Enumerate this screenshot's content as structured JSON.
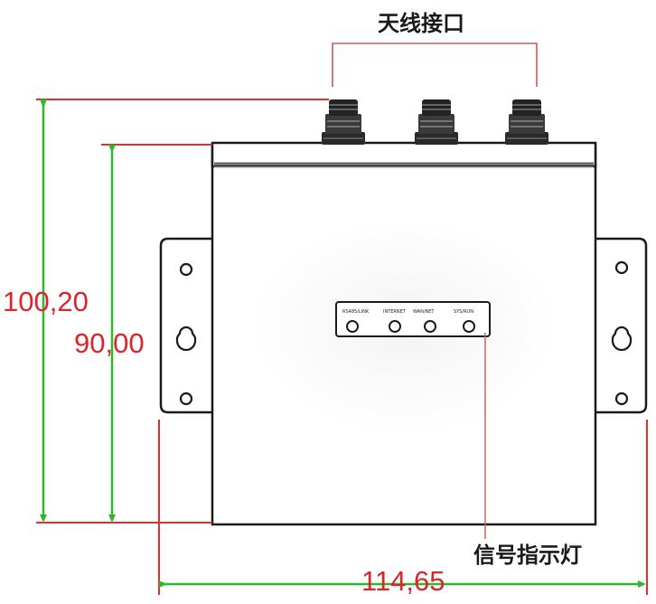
{
  "labels": {
    "antenna_ports": "天线接口",
    "signal_lights": "信号指示灯"
  },
  "dimensions": {
    "total_height": "100,20",
    "body_height": "90,00",
    "total_width": "114,65"
  },
  "led_labels": [
    "RS485/LINK",
    "INTERNET",
    "WAN/NET",
    "SYS/RUN"
  ],
  "colors": {
    "dimension_line": "#2db82d",
    "dimension_text": "#d8262b",
    "outline": "#1a1a1a"
  }
}
